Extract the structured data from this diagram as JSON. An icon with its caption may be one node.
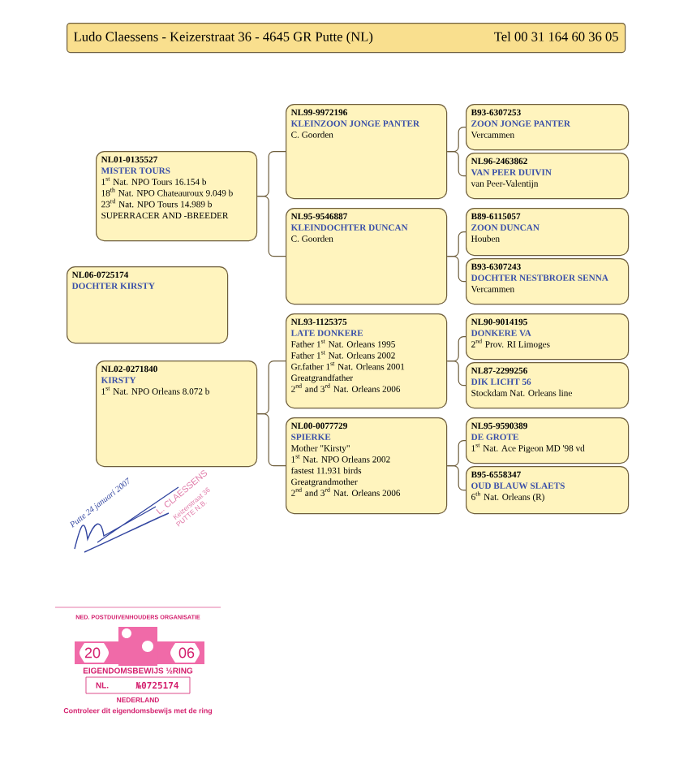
{
  "diagram": {
    "nodes": [
      {
        "text": [
          "Ludo Claessens - Keizerstraat 36 - 4645 GR  Putte (NL)",
          "Tel 00 31 164 60 36 05"
        ]
      },
      {
        "text": [
          "NL01-0135527",
          "MISTER TOURS",
          "1$^{st}$ Nat. NPO Tours 16.154 b",
          "18$^{th}$ Nat. NPO Chateauroux 9.049 b",
          "23$^{rd}$ Nat. NPO Tours 14.989 b",
          "SUPERRACER AND -BREEDER"
        ]
      },
      {
        "text": [
          "NL99-9972196",
          "KLEINZOON JONGE PANTER",
          "C. Goorden"
        ]
      },
      {
        "text": [
          "B93-6307253",
          "ZOON JONGE PANTER",
          "Vercammen"
        ]
      },
      {
        "text": [
          "NL96-2463862",
          "VAN PEER DUIVIN",
          "van Peer-Valentijn"
        ]
      },
      {
        "text": [
          "NL95-9546887",
          "KLEINDOCHTER DUNCAN",
          "C. Goorden"
        ]
      },
      {
        "text": [
          "B89-6115057",
          "ZOON DUNCAN",
          "Houben"
        ]
      },
      {
        "text": [
          "B93-6307243",
          "DOCHTER NESTBROER SENNA",
          "Vercammen"
        ]
      },
      {
        "text": [
          "NL06-0725174",
          "DOCHTER KIRSTY"
        ]
      },
      {
        "text": [
          "NL93-1125375",
          "LATE DONKERE",
          "Father 1$^{st}$ Nat. Orleans 1995",
          "Father 1$^{st}$ Nat. Orleans 2002",
          "Gr.father 1$^{st}$ Nat. Orleans 2001",
          "Greatgrandfather",
          "2$^{nd}$ and 3$^{rd}$ Nat. Orleans 2006"
        ]
      },
      {
        "text": [
          "NL90-9014195",
          "DONKERE VA",
          "2$^{nd}$ Prov. RI Limoges"
        ]
      },
      {
        "text": [
          "NL87-2299256",
          "DIK LICHT 56",
          "Stockdam Nat. Orleans line"
        ]
      },
      {
        "text": [
          "NL02-0271840",
          "KIRSTY",
          "1$^{st}$ Nat. NPO Orleans 8.072 b"
        ]
      },
      {
        "text": [
          "NL00-0077729",
          "SPIERKE",
          "Mother \"Kirsty\"",
          "1$^{st}$ Nat. NPO Orleans 2002",
          "fastest 11.931 birds",
          "Greatgrandmother",
          "2$^{nd}$ and 3$^{rd}$ Nat. Orleans 2006"
        ]
      },
      {
        "text": [
          "NL95-9590389",
          "DE GROTE",
          "1$^{st}$ Nat. Ace Pigeon MD '98 vd"
        ]
      },
      {
        "text": [
          "B95-6558347",
          "OUD BLAUW SLAETS",
          "6$^{th}$ Nat. Orleans  (R)"
        ]
      }
    ],
    "edges": [
      {
        "from": 1,
        "to": 2,
        "arrow": "none"
      },
      {
        "from": 1,
        "to": 5,
        "arrow": "none"
      },
      {
        "from": 2,
        "to": 3,
        "arrow": "none"
      },
      {
        "from": 2,
        "to": 4,
        "arrow": "none"
      },
      {
        "from": 5,
        "to": 6,
        "arrow": "none"
      },
      {
        "from": 5,
        "to": 7,
        "arrow": "none"
      },
      {
        "from": 12,
        "to": 9,
        "arrow": "none"
      },
      {
        "from": 12,
        "to": 13,
        "arrow": "none"
      },
      {
        "from": 9,
        "to": 10,
        "arrow": "none"
      },
      {
        "from": 9,
        "to": 11,
        "arrow": "none"
      },
      {
        "from": 13,
        "to": 14,
        "arrow": "none"
      },
      {
        "from": 13,
        "to": 15,
        "arrow": "none"
      }
    ],
    "labels": [
      "Putte 24 januari 2007",
      "L. CLAESSENS",
      "Keizerstraat 36",
      "PUTTE N.B.",
      "NED. POSTDUIVENHOUDERS ORGANISATIE",
      "20",
      "06",
      "EIGENDOMSBEWIJS ½RING",
      "NL.",
      "№0725174",
      "NEDERLAND",
      "Controleer dit eigendomsbewijs met de ring"
    ]
  }
}
